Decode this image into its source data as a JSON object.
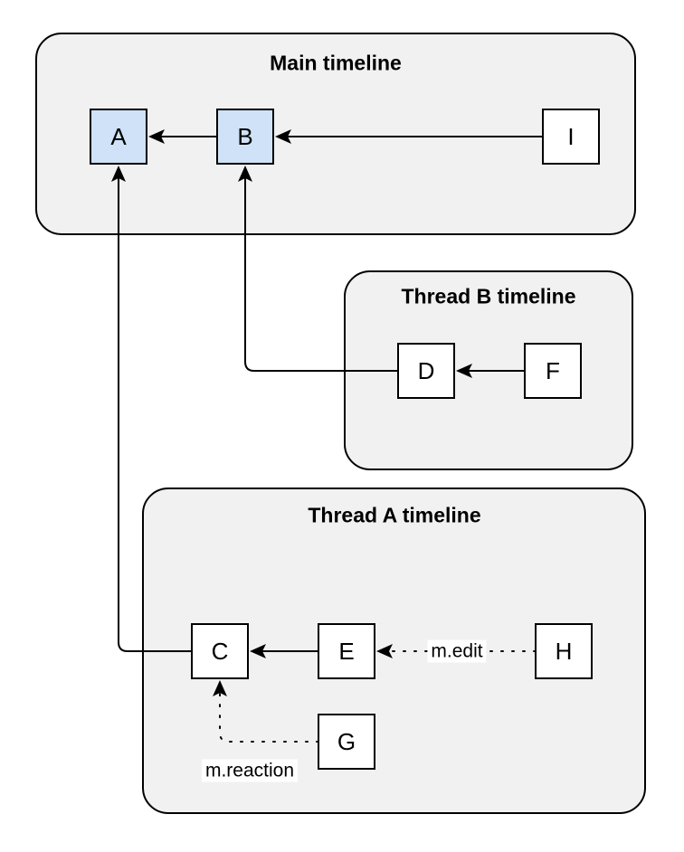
{
  "colors": {
    "container_fill": "#f1f1f1",
    "container_stroke": "#000000",
    "node_blue_fill": "#cfe2f7",
    "node_white_fill": "#ffffff",
    "node_stroke": "#000000",
    "edge_color": "#000000",
    "edge_label_bg": "#ffffff"
  },
  "containers": {
    "main": {
      "title": "Main timeline"
    },
    "thread_b": {
      "title": "Thread B timeline"
    },
    "thread_a": {
      "title": "Thread A timeline"
    }
  },
  "nodes": {
    "a": {
      "label": "A"
    },
    "b": {
      "label": "B"
    },
    "i": {
      "label": "I"
    },
    "d": {
      "label": "D"
    },
    "f": {
      "label": "F"
    },
    "c": {
      "label": "C"
    },
    "e": {
      "label": "E"
    },
    "h": {
      "label": "H"
    },
    "g": {
      "label": "G"
    }
  },
  "edge_labels": {
    "h_to_e": "m.edit",
    "g_to_c": "m.reaction"
  },
  "graph": {
    "nodes": [
      {
        "id": "A",
        "timeline": "Main timeline",
        "fill": "blue"
      },
      {
        "id": "B",
        "timeline": "Main timeline",
        "fill": "blue"
      },
      {
        "id": "I",
        "timeline": "Main timeline",
        "fill": "white"
      },
      {
        "id": "D",
        "timeline": "Thread B timeline",
        "fill": "white"
      },
      {
        "id": "F",
        "timeline": "Thread B timeline",
        "fill": "white"
      },
      {
        "id": "C",
        "timeline": "Thread A timeline",
        "fill": "white"
      },
      {
        "id": "E",
        "timeline": "Thread A timeline",
        "fill": "white"
      },
      {
        "id": "H",
        "timeline": "Thread A timeline",
        "fill": "white"
      },
      {
        "id": "G",
        "timeline": "Thread A timeline",
        "fill": "white"
      }
    ],
    "edges": [
      {
        "from": "B",
        "to": "A",
        "style": "solid",
        "label": ""
      },
      {
        "from": "I",
        "to": "B",
        "style": "solid",
        "label": ""
      },
      {
        "from": "F",
        "to": "D",
        "style": "solid",
        "label": ""
      },
      {
        "from": "D",
        "to": "B",
        "style": "solid",
        "label": ""
      },
      {
        "from": "E",
        "to": "C",
        "style": "solid",
        "label": ""
      },
      {
        "from": "C",
        "to": "A",
        "style": "solid",
        "label": ""
      },
      {
        "from": "H",
        "to": "E",
        "style": "dotted",
        "label": "m.edit"
      },
      {
        "from": "G",
        "to": "C",
        "style": "dotted",
        "label": "m.reaction"
      }
    ]
  }
}
